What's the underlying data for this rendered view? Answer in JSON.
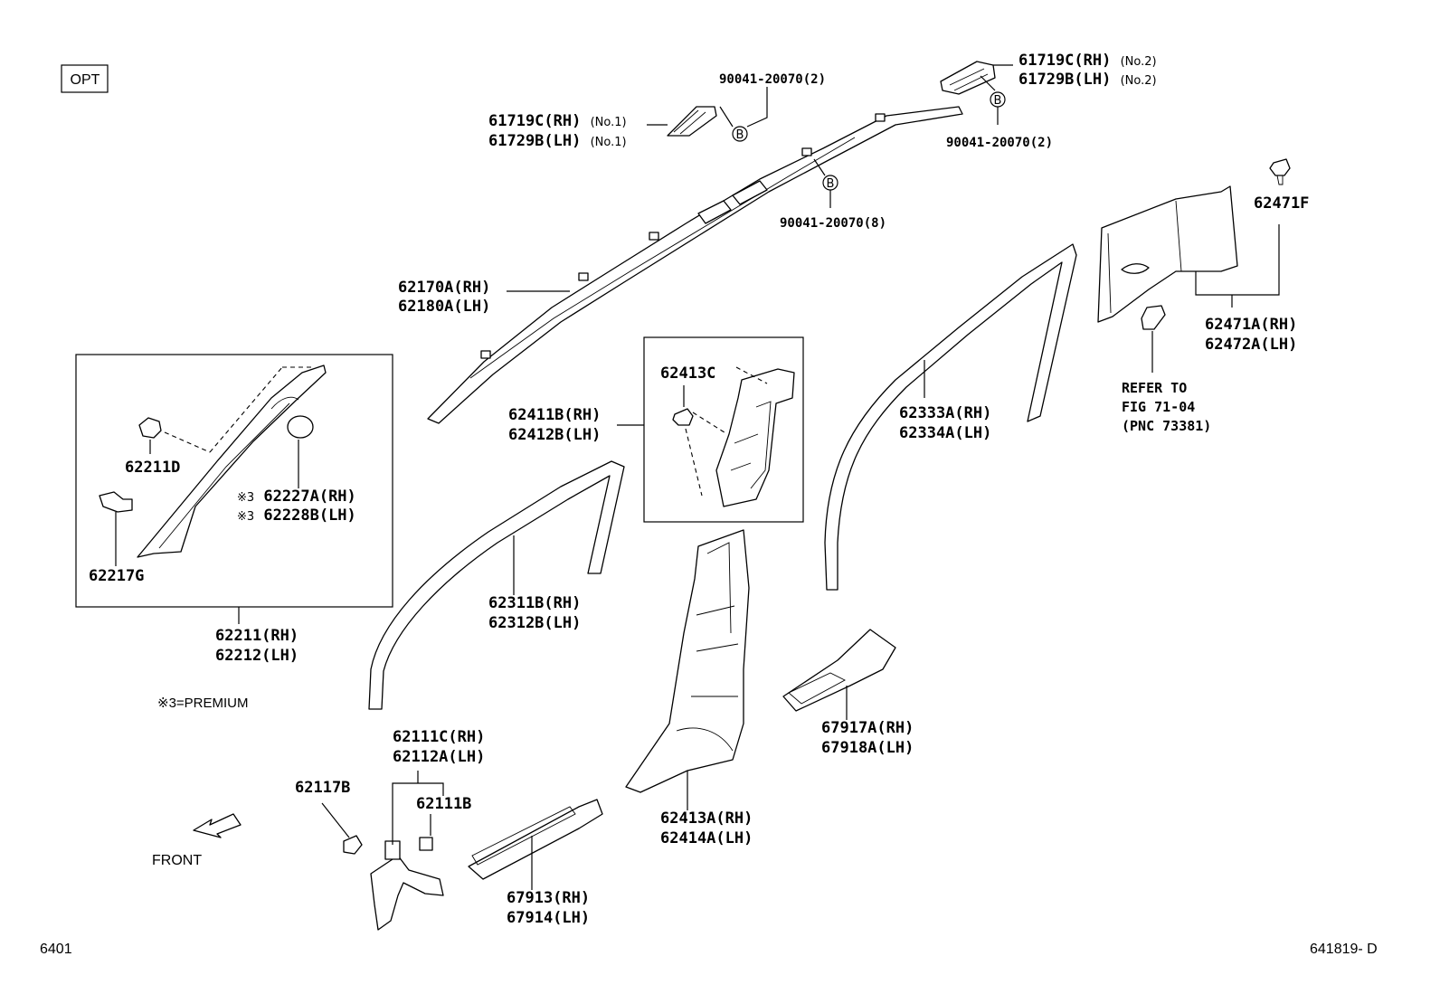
{
  "opt_box": "OPT",
  "diagram_id": "6401",
  "drawing_number": "641819- D",
  "footnote": "※3=PREMIUM",
  "front_label": "FRONT",
  "callouts": {
    "p61719c_no1": {
      "rh": "61719C(RH)",
      "lh": "61729B(LH)",
      "sub": "(No.1)"
    },
    "p61719c_no2": {
      "rh": "61719C(RH)",
      "lh": "61729B(LH)",
      "sub": "(No.2)"
    },
    "bolt_top": "90041-20070(2)",
    "bolt_right": "90041-20070(2)",
    "bolt_mid": "90041-20070(8)",
    "b_marker": "B",
    "p62170a": {
      "rh": "62170A(RH)",
      "lh": "62180A(LH)"
    },
    "p62471f": "62471F",
    "p62471a": {
      "rh": "62471A(RH)",
      "lh": "62472A(LH)"
    },
    "refer": {
      "line1": "REFER TO",
      "line2": "FIG 71-04",
      "line3": "(PNC 73381)"
    },
    "p62413c": "62413C",
    "p62411b": {
      "rh": "62411B(RH)",
      "lh": "62412B(LH)"
    },
    "p62333a": {
      "rh": "62333A(RH)",
      "lh": "62334A(LH)"
    },
    "p62211d": "62211D",
    "p62227a": {
      "mark": "※3",
      "rh": "62227A(RH)",
      "lh": "62228B(LH)"
    },
    "p62217g": "62217G",
    "p62211": {
      "rh": "62211(RH)",
      "lh": "62212(LH)"
    },
    "p62311b": {
      "rh": "62311B(RH)",
      "lh": "62312B(LH)"
    },
    "p62111c": {
      "rh": "62111C(RH)",
      "lh": "62112A(LH)"
    },
    "p62117b": "62117B",
    "p62111b": "62111B",
    "p62413a": {
      "rh": "62413A(RH)",
      "lh": "62414A(LH)"
    },
    "p67917a": {
      "rh": "67917A(RH)",
      "lh": "67918A(LH)"
    },
    "p67913": {
      "rh": "67913(RH)",
      "lh": "67914(LH)"
    }
  }
}
